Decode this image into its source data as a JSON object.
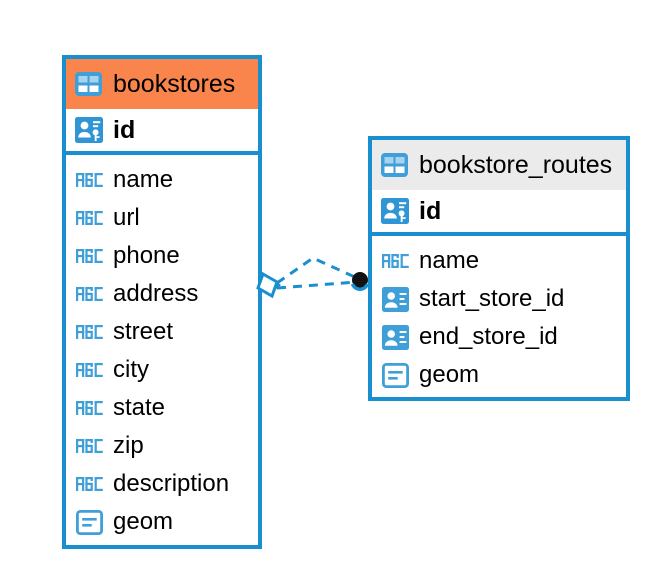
{
  "diagram": {
    "type": "entity-relationship-diagram",
    "colors": {
      "border": "#1a8fd0",
      "header_accent": "#f9854d",
      "header_neutral": "#ebebeb",
      "icon_blue": "#3f9fd8",
      "icon_blue_solid": "#3f9fd8",
      "relation_line": "#1a8fd0",
      "relation_endpoint": "#121212",
      "text": "#000000",
      "background": "#ffffff"
    },
    "entities": [
      {
        "name": "bookstores",
        "header_style": "accent",
        "table_icon": "table-grid-icon",
        "primary_key": {
          "label": "id",
          "icon": "primary-key-icon"
        },
        "fields": [
          {
            "label": "name",
            "icon": "abc-text-icon"
          },
          {
            "label": "url",
            "icon": "abc-text-icon"
          },
          {
            "label": "phone",
            "icon": "abc-text-icon"
          },
          {
            "label": "address",
            "icon": "abc-text-icon"
          },
          {
            "label": "street",
            "icon": "abc-text-icon"
          },
          {
            "label": "city",
            "icon": "abc-text-icon"
          },
          {
            "label": "state",
            "icon": "abc-text-icon"
          },
          {
            "label": "zip",
            "icon": "abc-text-icon"
          },
          {
            "label": "description",
            "icon": "abc-text-icon"
          },
          {
            "label": "geom",
            "icon": "geometry-icon"
          }
        ]
      },
      {
        "name": "bookstore_routes",
        "header_style": "neutral",
        "table_icon": "table-grid-icon",
        "primary_key": {
          "label": "id",
          "icon": "primary-key-icon"
        },
        "fields": [
          {
            "label": "name",
            "icon": "abc-text-icon"
          },
          {
            "label": "start_store_id",
            "icon": "foreign-key-icon"
          },
          {
            "label": "end_store_id",
            "icon": "foreign-key-icon"
          },
          {
            "label": "geom",
            "icon": "geometry-icon"
          }
        ]
      }
    ],
    "relationship": {
      "style": "dashed",
      "source_marker": "diamond-marker",
      "target_marker": "filled-circle-marker",
      "branches": 2
    }
  }
}
